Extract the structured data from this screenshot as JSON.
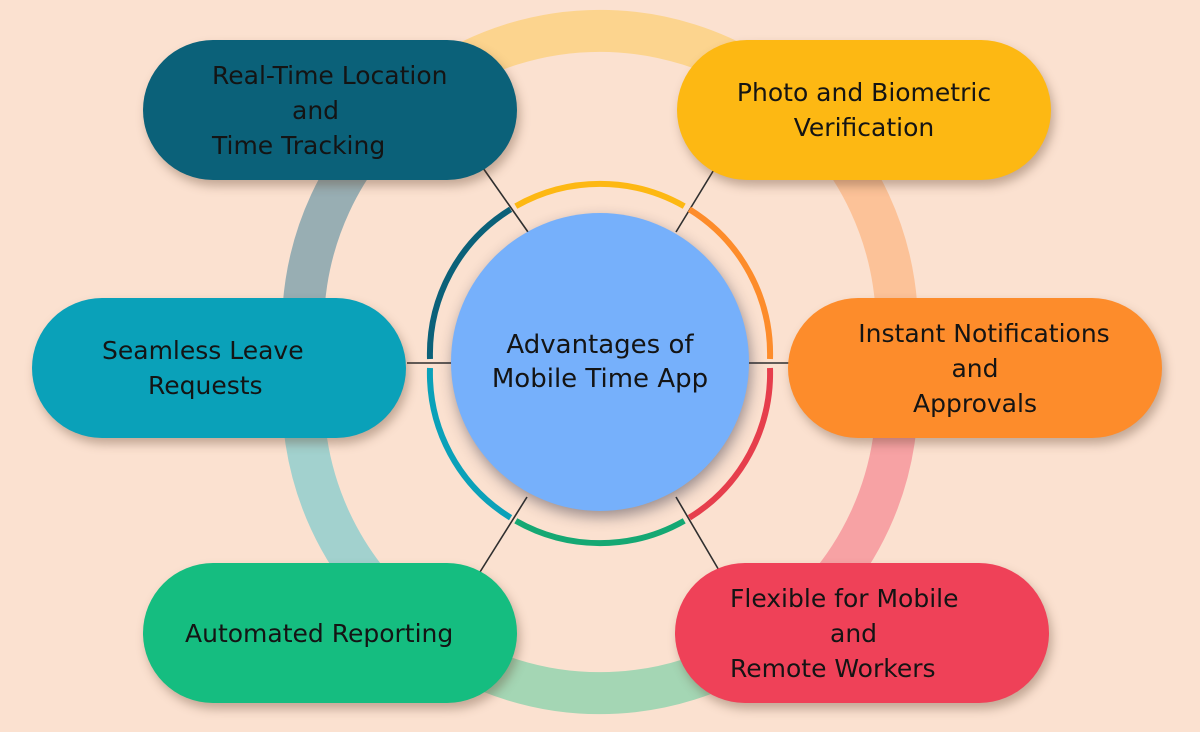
{
  "center": {
    "lines": [
      "Advantages of",
      "Mobile Time App"
    ],
    "color": "#76b0fb"
  },
  "nodes": [
    {
      "name": "real-time-location-node",
      "lines": [
        "Real-Time Location",
        "and",
        "Time Tracking"
      ],
      "color": "#0b6179"
    },
    {
      "name": "photo-biometric-node",
      "lines": [
        "Photo and Biometric",
        "Verification"
      ],
      "color": "#fdb813"
    },
    {
      "name": "instant-notifications-node",
      "lines": [
        "Instant Notifications",
        "and",
        "Approvals"
      ],
      "color": "#fd8c2b"
    },
    {
      "name": "flexible-workers-node",
      "lines": [
        "Flexible for Mobile",
        "and",
        "Remote Workers"
      ],
      "color": "#ef4158"
    },
    {
      "name": "automated-reporting-node",
      "lines": [
        "Automated Reporting"
      ],
      "color": "#15bd80"
    },
    {
      "name": "seamless-leave-node",
      "lines": [
        "Seamless Leave",
        "Requests"
      ],
      "color": "#0aa1b9"
    }
  ],
  "background_color": "#fbe1d0"
}
